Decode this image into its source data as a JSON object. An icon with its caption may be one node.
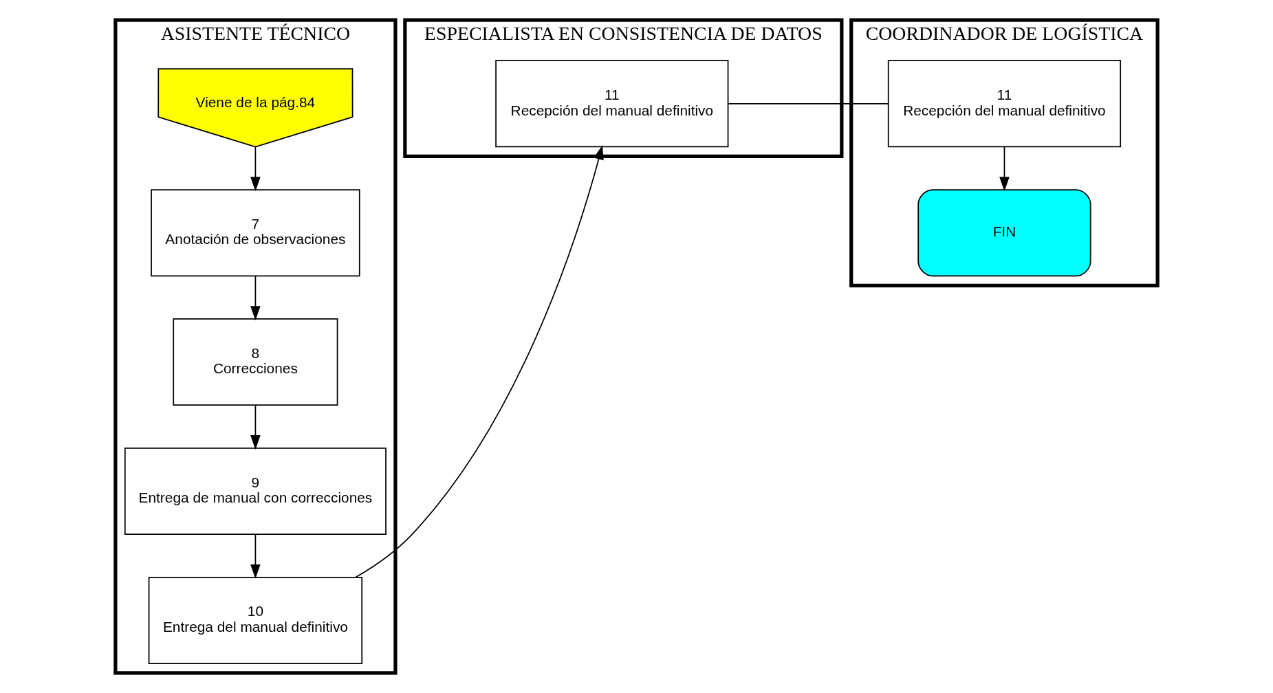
{
  "diagram": {
    "nodes": [
      {
        "text": [
          "ASISTENTE TÉCNICO"
        ]
      },
      {
        "text": [
          "ESPECIALISTA EN CONSISTENCIA DE DATOS"
        ]
      },
      {
        "text": [
          "COORDINADOR DE LOGÍSTICA"
        ]
      },
      {
        "text": [
          "Viene de la pág.84"
        ],
        "in": 0
      },
      {
        "text": [
          "7",
          "Anotación de observaciones"
        ],
        "in": 0
      },
      {
        "text": [
          "8",
          "Correcciones"
        ],
        "in": 0
      },
      {
        "text": [
          "9",
          "Entrega de manual con correcciones"
        ],
        "in": 0
      },
      {
        "text": [
          "10",
          "Entrega del manual definitivo"
        ],
        "in": 0
      },
      {
        "text": [
          "11",
          "Recepción del manual definitivo"
        ],
        "in": 1
      },
      {
        "text": [
          "11",
          "Recepción del manual definitivo"
        ],
        "in": 2
      },
      {
        "text": [
          "FIN"
        ],
        "in": 2
      }
    ],
    "edges": [
      {
        "from": 3,
        "to": 4,
        "arrow": "to"
      },
      {
        "from": 4,
        "to": 5,
        "arrow": "to"
      },
      {
        "from": 5,
        "to": 6,
        "arrow": "to"
      },
      {
        "from": 6,
        "to": 7,
        "arrow": "to"
      },
      {
        "from": 7,
        "to": 8,
        "arrow": "to"
      },
      {
        "from": 8,
        "to": 9,
        "arrow": "none"
      },
      {
        "from": 9,
        "to": 10,
        "arrow": "to"
      }
    ]
  }
}
